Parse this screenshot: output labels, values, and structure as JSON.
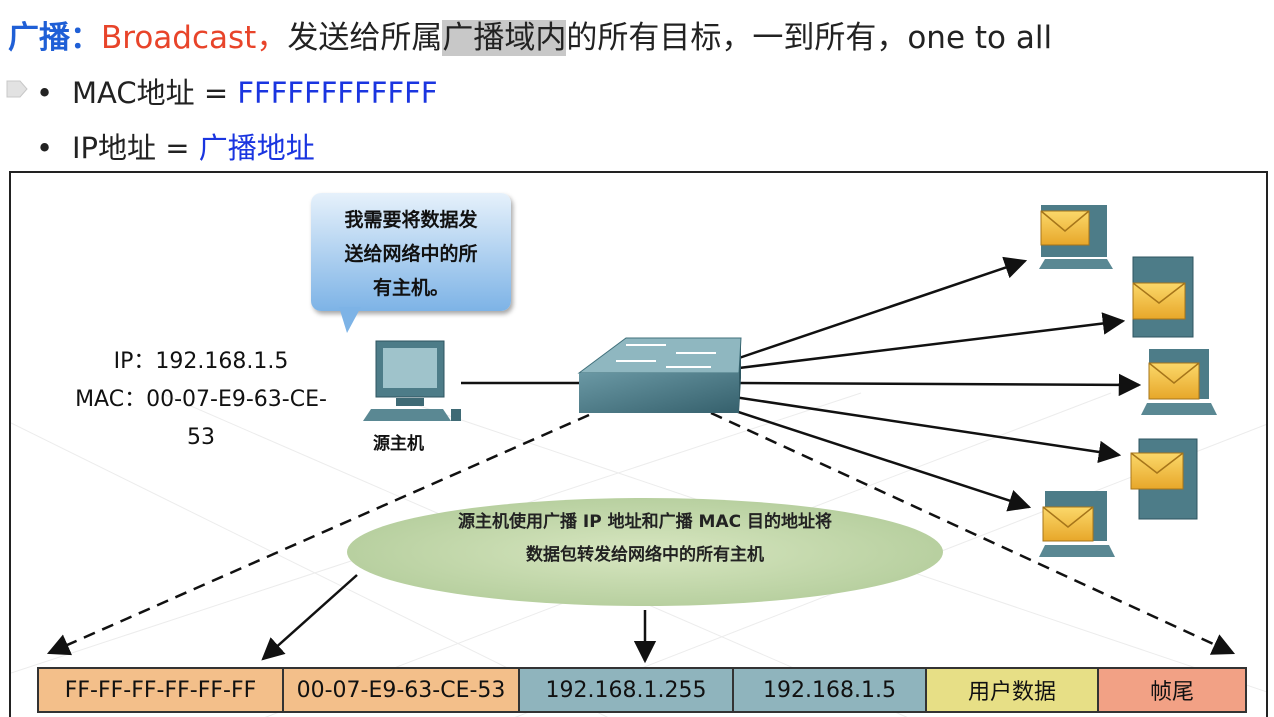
{
  "heading": {
    "term": "广播：",
    "english": "Broadcast，",
    "desc_pre": "发送给所属",
    "desc_highlight": "广播域内",
    "desc_post": "的所有目标，一到所有，one to all"
  },
  "bullets": [
    {
      "label": "MAC地址 = ",
      "value": "FFFFFFFFFFFF"
    },
    {
      "label": "IP地址 = ",
      "value": "广播地址"
    }
  ],
  "diagram": {
    "bubble_lines": [
      "我需要将数据发",
      "送给网络中的所",
      "有主机。"
    ],
    "source_ip": "IP：192.168.1.5",
    "source_mac": "MAC：00-07-E9-63-CE-53",
    "source_label": "源主机",
    "ellipse_lines": [
      "源主机使用广播 IP 地址和广播 MAC 目的地址将",
      "数据包转发给网络中的所有主机"
    ]
  },
  "frame": [
    {
      "text": "FF-FF-FF-FF-FF-FF",
      "color": "#f3bf8a"
    },
    {
      "text": "00-07-E9-63-CE-53",
      "color": "#f3bf8a"
    },
    {
      "text": "192.168.1.255",
      "color": "#8fb4bd"
    },
    {
      "text": "192.168.1.5",
      "color": "#8fb4bd"
    },
    {
      "text": "用户数据",
      "color": "#e7df86"
    },
    {
      "text": "帧尾",
      "color": "#f2a185"
    }
  ]
}
